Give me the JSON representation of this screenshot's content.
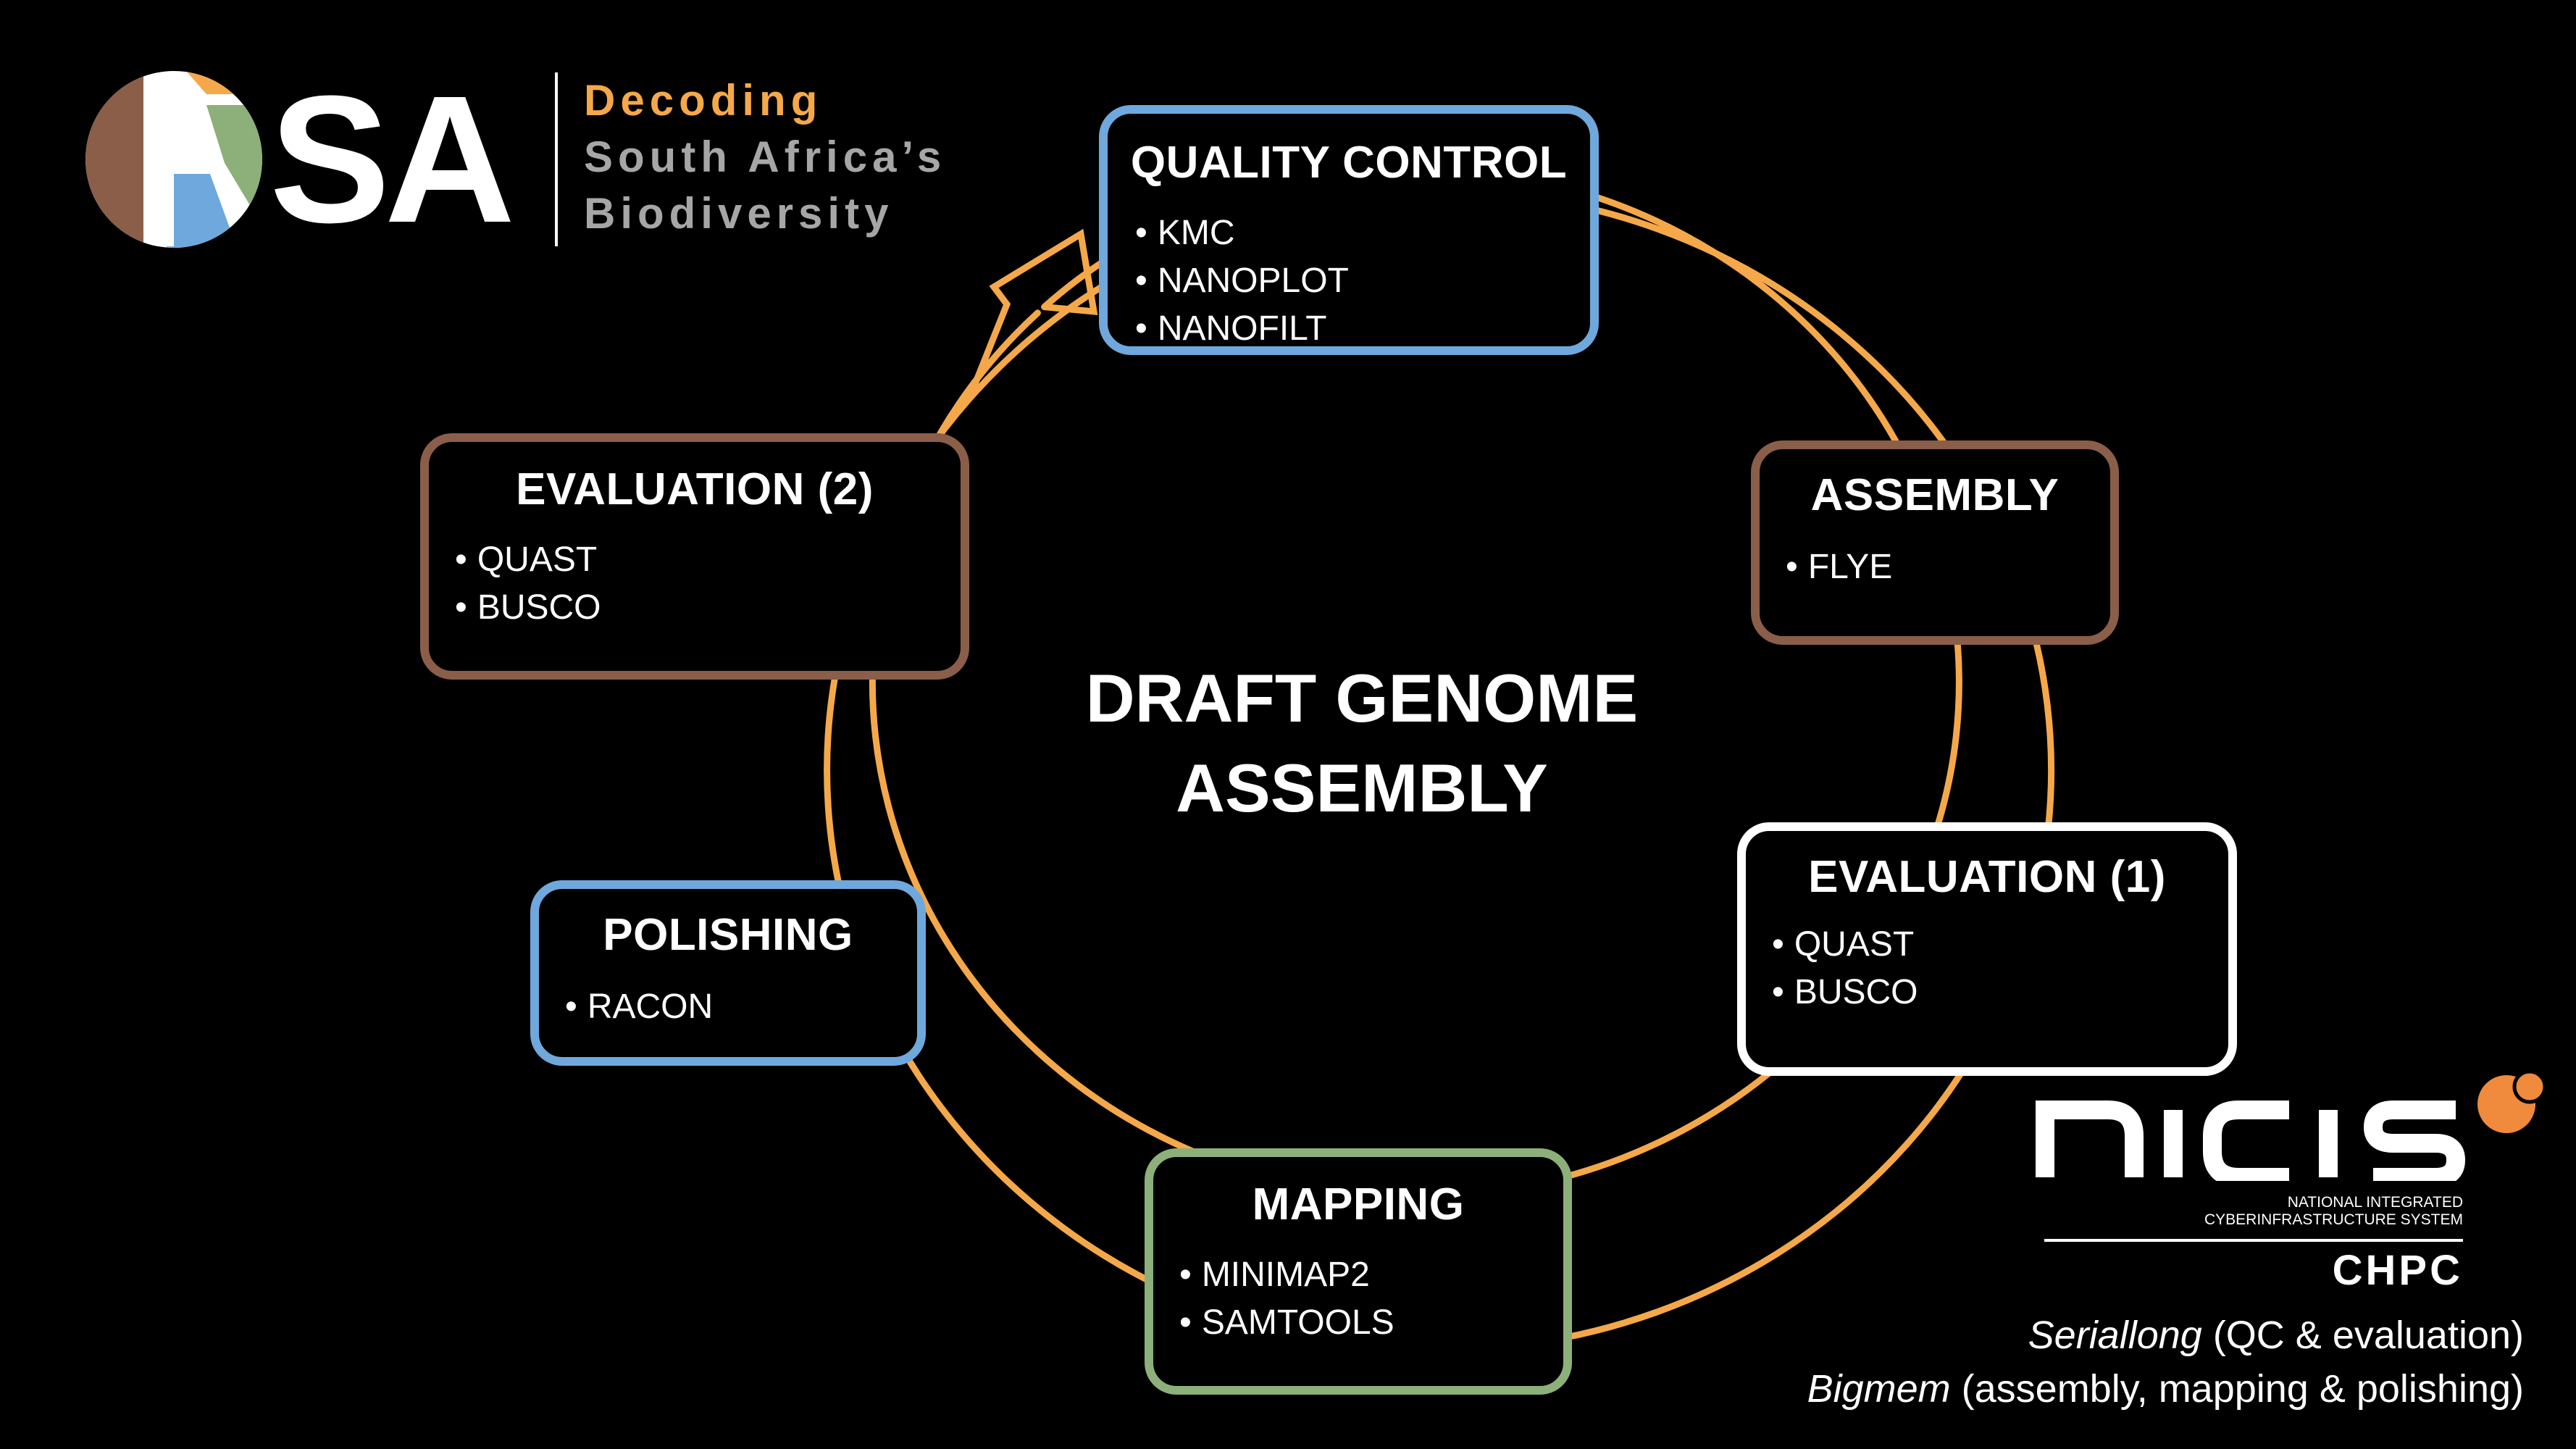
{
  "branding": {
    "ksa_logo_text": "SA",
    "ksa_tagline": [
      "Decoding",
      "South Africa’s",
      "Biodiversity"
    ],
    "nicis_logo_text": "nicis",
    "nicis_subtitle_line1": "NATIONAL INTEGRATED",
    "nicis_subtitle_line2": "CYBERINFRASTRUCTURE SYSTEM",
    "chpc_label": "CHPC"
  },
  "center": {
    "line1": "DRAFT GENOME",
    "line2": "ASSEMBLY"
  },
  "steps": [
    {
      "title": "QUALITY CONTROL",
      "items": [
        "KMC",
        "NANOPLOT",
        "NANOFILT"
      ]
    },
    {
      "title": "ASSEMBLY",
      "items": [
        "FLYE"
      ]
    },
    {
      "title": "EVALUATION (1)",
      "items": [
        "QUAST",
        "BUSCO"
      ]
    },
    {
      "title": "MAPPING",
      "items": [
        "MINIMAP2",
        "SAMTOOLS"
      ]
    },
    {
      "title": "POLISHING",
      "items": [
        "RACON"
      ]
    },
    {
      "title": "EVALUATION (2)",
      "items": [
        "QUAST",
        "BUSCO"
      ]
    }
  ],
  "notes": [
    {
      "emphasis": "Seriallong",
      "text": " (QC & evaluation)"
    },
    {
      "emphasis": "Bigmem",
      "text": " (assembly, mapping & polishing)"
    }
  ],
  "colors": {
    "background": "#000000",
    "cycle_arrow": "#F5A84A",
    "blue_border": "#6FA8DC",
    "brown_border": "#8B5E4A",
    "green_border": "#8DB07A",
    "white_border": "#FFFFFF",
    "ksa_orange": "#F5A84A",
    "ksa_grey": "#A6A6A6",
    "nicis_accent": "#F08A3C"
  }
}
